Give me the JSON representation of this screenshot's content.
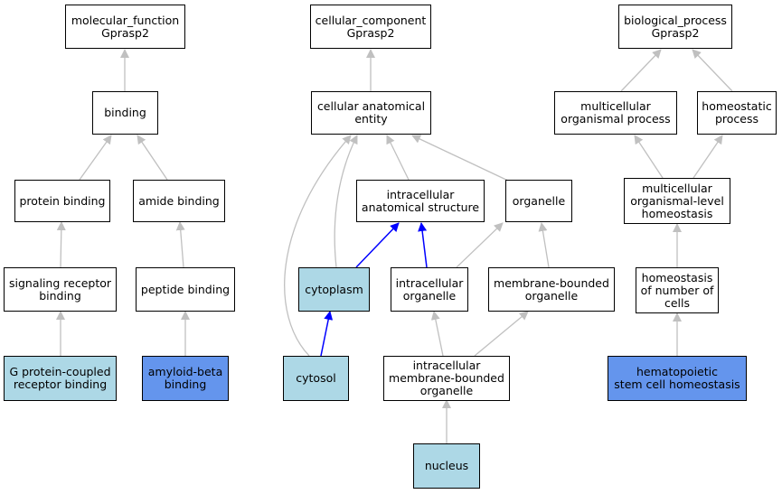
{
  "colors": {
    "default_fill": "#ffffff",
    "light_fill": "#add8e6",
    "dark_fill": "#6495ed",
    "gray_edge": "#c0c0c0",
    "blue_edge": "#0000ff"
  },
  "nodes": {
    "mf_root": {
      "label": "molecular_function\nGprasp2"
    },
    "cc_root": {
      "label": "cellular_component\nGprasp2"
    },
    "bp_root": {
      "label": "biological_process\nGprasp2"
    },
    "binding": {
      "label": "binding"
    },
    "cae": {
      "label": "cellular anatomical\nentity"
    },
    "mop": {
      "label": "multicellular\norganismal process"
    },
    "homeo": {
      "label": "homeostatic\nprocess"
    },
    "protbind": {
      "label": "protein binding"
    },
    "amidebind": {
      "label": "amide binding"
    },
    "ias": {
      "label": "intracellular\nanatomical structure"
    },
    "organelle": {
      "label": "organelle"
    },
    "mol": {
      "label": "multicellular\norganismal-level\nhomeostasis"
    },
    "sigrec": {
      "label": "signaling receptor\nbinding"
    },
    "pepbind": {
      "label": "peptide binding"
    },
    "cytoplasm": {
      "label": "cytoplasm"
    },
    "intraorg": {
      "label": "intracellular\norganelle"
    },
    "mbo": {
      "label": "membrane-bounded\norganelle"
    },
    "honc": {
      "label": "homeostasis\nof number of\ncells"
    },
    "gpcr": {
      "label": "G protein-coupled\nreceptor binding"
    },
    "abeta": {
      "label": "amyloid-beta\nbinding"
    },
    "cytosol": {
      "label": "cytosol"
    },
    "imbo": {
      "label": "intracellular\nmembrane-bounded\norganelle"
    },
    "hsc": {
      "label": "hematopoietic\nstem cell homeostasis"
    },
    "nucleus": {
      "label": "nucleus"
    }
  }
}
